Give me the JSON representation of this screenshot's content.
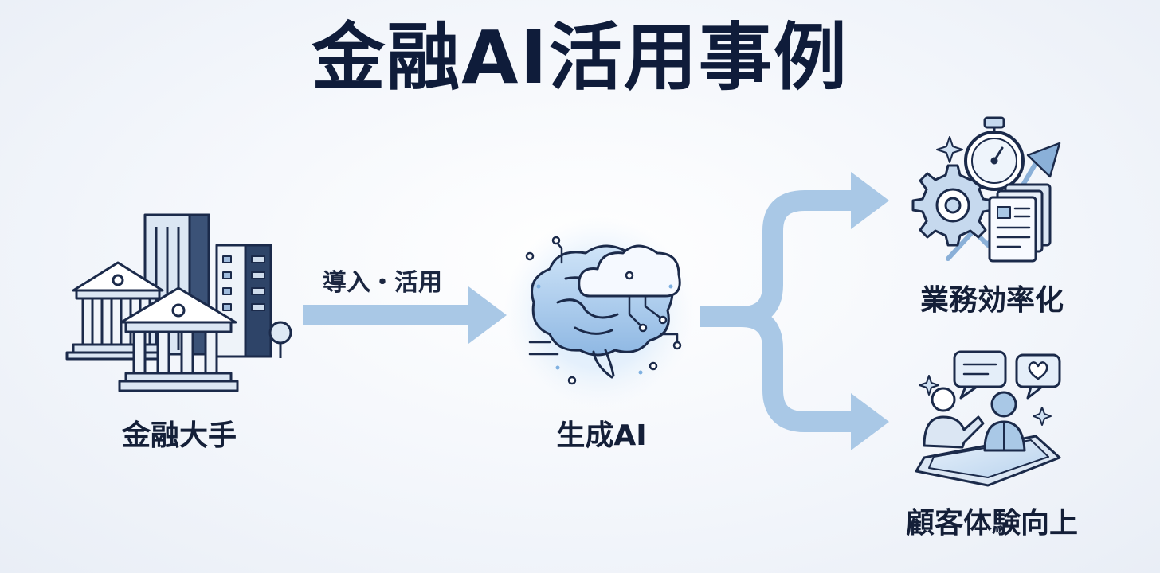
{
  "title": "金融AI活用事例",
  "nodes": {
    "source": {
      "label": "金融大手",
      "icon": "bank-buildings-icon"
    },
    "center": {
      "label": "生成AI",
      "icon": "ai-brain-cloud-icon"
    },
    "target_top": {
      "label": "業務効率化",
      "icon": "efficiency-gear-stopwatch-icon"
    },
    "target_bottom": {
      "label": "顧客体験向上",
      "icon": "customer-chat-tablet-icon"
    }
  },
  "edges": {
    "source_to_center": {
      "label": "導入・活用"
    }
  },
  "colors": {
    "title": "#0f1c3a",
    "arrow": "#a9c8e6",
    "icon_stroke": "#1b2a4a",
    "icon_fill": "#c9dcf0",
    "glow": "#cfe6fb"
  }
}
